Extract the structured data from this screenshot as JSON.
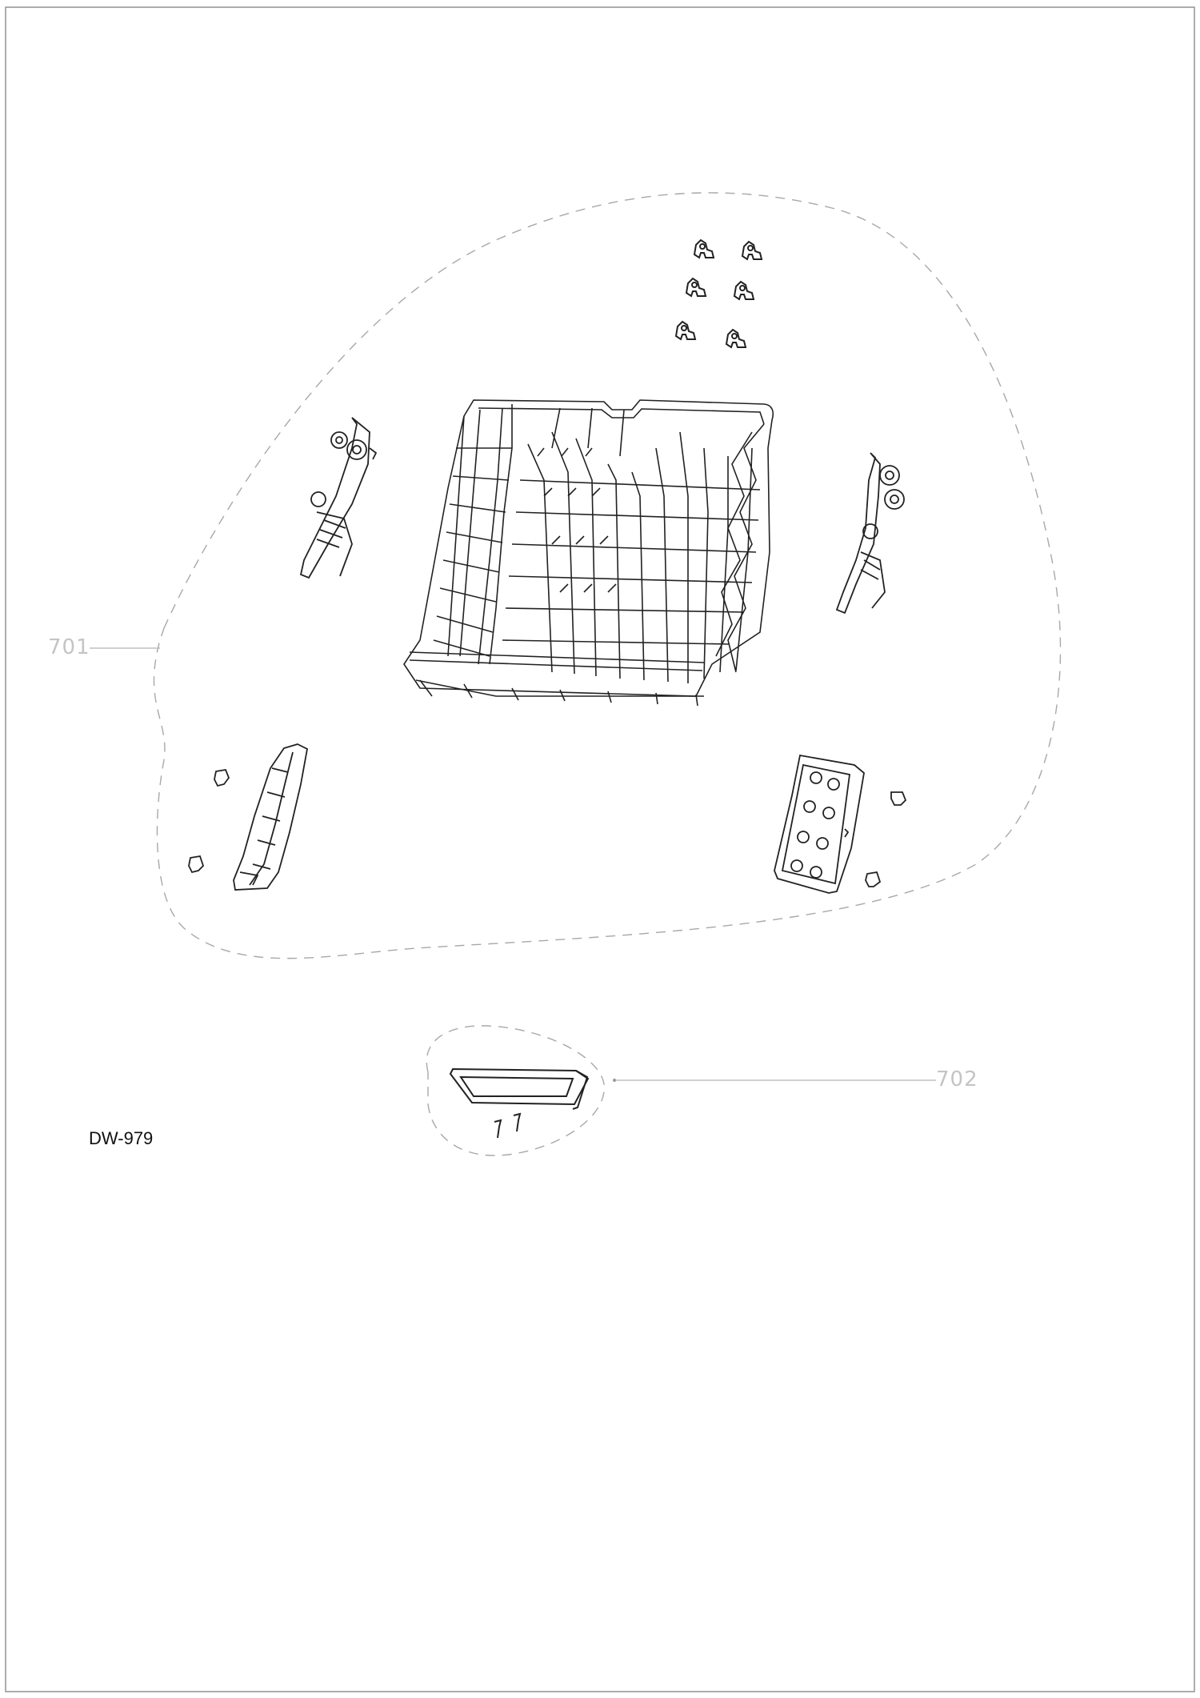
{
  "model": "DW-979",
  "callouts": {
    "upper_basket_group": "701",
    "handle_group": "702"
  }
}
